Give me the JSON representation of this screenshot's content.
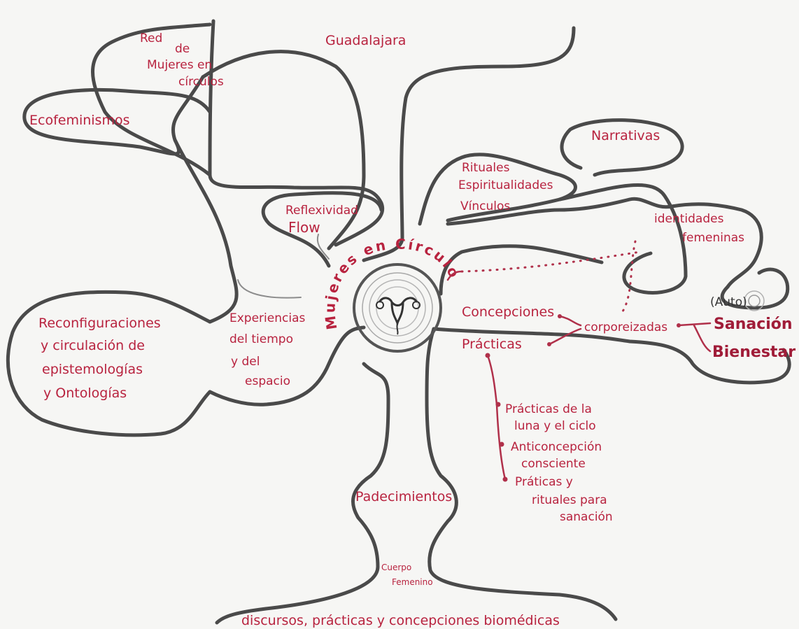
{
  "nodes": {
    "center": "Mujeres en Círculo",
    "guadalajara": "Guadalajara",
    "red_mujeres": [
      "Red",
      "de",
      "Mujeres en",
      "círculos"
    ],
    "ecofeminismos": "Ecofeminismos",
    "narrativas": "Narrativas",
    "rituales": [
      "Rituales",
      "Espiritualidades",
      "Vínculos"
    ],
    "reflexividad": [
      "Reflexividad",
      "Flow"
    ],
    "identidades": [
      "identidades",
      "femeninas"
    ],
    "concepciones": "Concepciones",
    "practicas": "Prácticas",
    "corporeizadas": "corporeizadas",
    "auto": "(Auto)",
    "sanacion": "Sanación",
    "bienestar": "Bienestar",
    "experiencias": [
      "Experiencias",
      "del tiempo",
      "y del",
      "espacio"
    ],
    "reconfiguraciones": [
      "Reconfiguraciones",
      "y circulación de",
      "epistemologías",
      "y Ontologías"
    ],
    "practicas_list": [
      "Prácticas de la",
      "luna y el ciclo",
      "Anticoncepción",
      "consciente",
      "Práticas y",
      "rituales para",
      "sanación"
    ],
    "padecimientos": "Padecimientos",
    "cuerpo_femenino": [
      "Cuerpo",
      "Femenino"
    ],
    "biomedicas": "discursos, prácticas y concepciones biomédicas"
  },
  "colors": {
    "ink": "#4a4a4a",
    "label_red": "#b8233f",
    "background": "#f6f6f4"
  }
}
